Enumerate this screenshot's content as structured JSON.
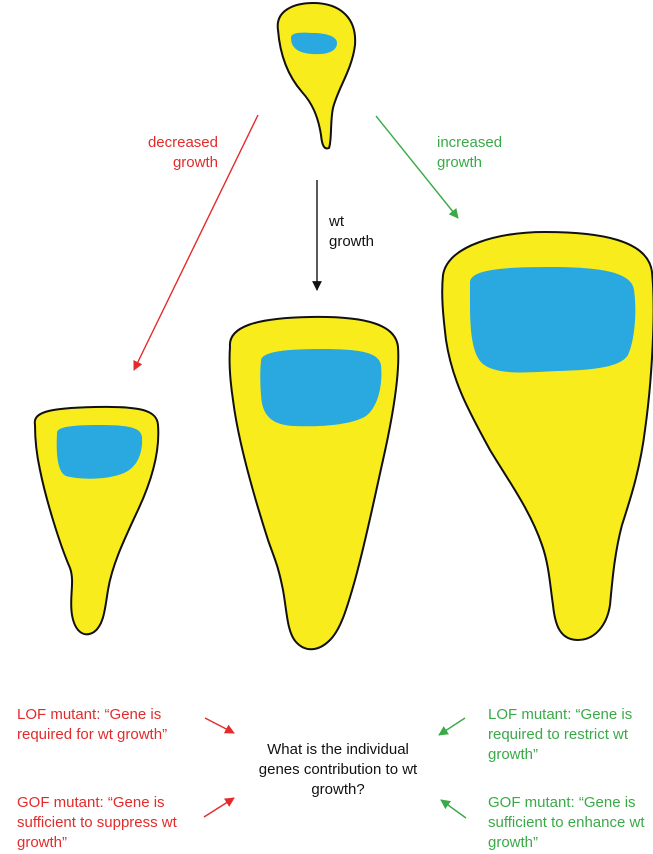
{
  "colors": {
    "tissue": "#f8ec1c",
    "pouch": "#29a9e0",
    "outline": "#111111",
    "decrease": "#e32b2b",
    "increase": "#3aaa48",
    "neutral": "#111111"
  },
  "arrows": {
    "decreased": "decreased growth",
    "wt": "wt growth",
    "increased": "increased growth"
  },
  "annotations": {
    "lof_red": "LOF mutant: “Gene is required for wt growth”",
    "gof_red": "GOF mutant: “Gene is sufficient to suppress wt growth”",
    "question": "What is the individual genes contribution to wt growth?",
    "lof_green": "LOF mutant: “Gene is required to restrict wt growth”",
    "gof_green": "GOF mutant: “Gene is sufficient to enhance wt growth”"
  }
}
